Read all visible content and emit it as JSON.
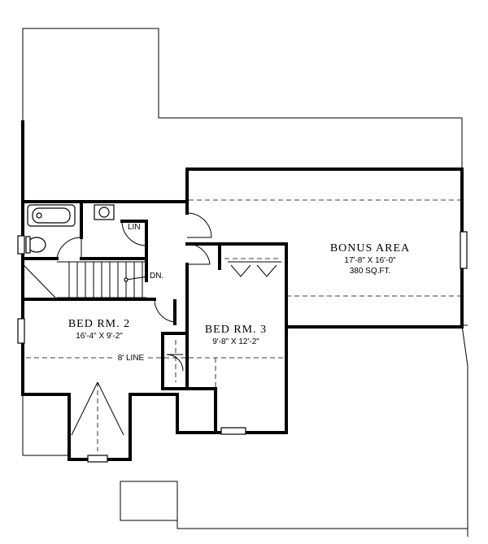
{
  "plan": {
    "rooms": {
      "bonus": {
        "name": "BONUS AREA",
        "dimensions": "17'-8\" X 16'-0\"",
        "area": "380 SQ.FT."
      },
      "bed2": {
        "name": "BED RM. 2",
        "dimensions": "16'-4\" X 9'-2\""
      },
      "bed3": {
        "name": "BED RM. 3",
        "dimensions": "9'-8\" X 12'-2\""
      }
    },
    "labels": {
      "linen": "LIN",
      "down": "DN.",
      "ceiling_line": "8' LINE"
    }
  }
}
